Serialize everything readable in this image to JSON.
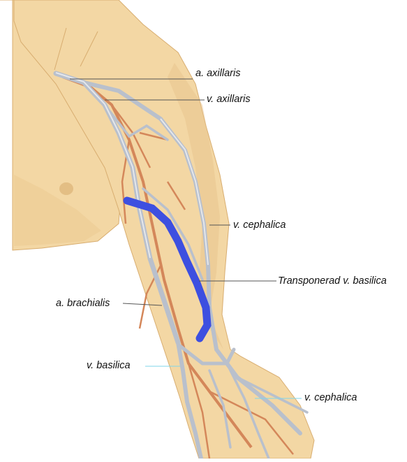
{
  "labels": {
    "a_axillaris": "a. axillaris",
    "v_axillaris": "v. axillaris",
    "v_cephalica_upper": "v. cephalica",
    "transponerad": "Transponerad v. basilica",
    "a_brachialis": "a. brachialis",
    "v_basilica": "v. basilica",
    "v_cephalica_lower": "v. cephalica"
  },
  "colors": {
    "background": "#ffffff",
    "skin": "#f3d7a4",
    "skin_shadow": "#e7c28a",
    "skin_outline": "#d8ad70",
    "vein": "#b9c0cc",
    "vein_highlight": "#e4e7ec",
    "artery": "#d4875a",
    "transposed_vein": "#3d4fe0",
    "leader_dark": "#555555",
    "leader_cyan": "#7fd6ea"
  }
}
